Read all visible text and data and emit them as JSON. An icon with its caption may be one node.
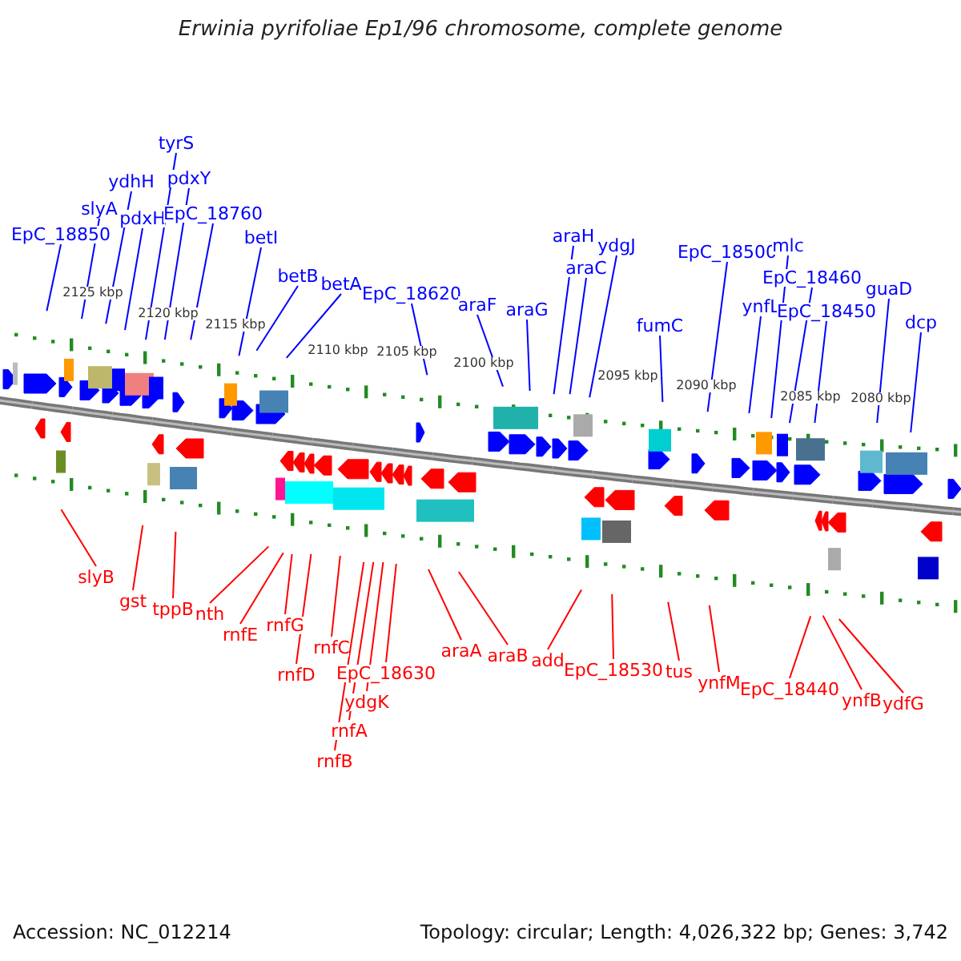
{
  "diagram": {
    "title": "Erwinia pyrifoliae Ep1/96 chromosome, complete genome",
    "nodes": [
      {
        "text": [
          "EpC_18850"
        ]
      },
      {
        "text": [
          "slyA"
        ]
      },
      {
        "text": [
          "ydhH"
        ]
      },
      {
        "text": [
          "pdxH"
        ]
      },
      {
        "text": [
          "tyrS"
        ]
      },
      {
        "text": [
          "pdxY"
        ]
      },
      {
        "text": [
          "EpC_18760"
        ]
      },
      {
        "text": [
          "betI"
        ]
      },
      {
        "text": [
          "betB"
        ]
      },
      {
        "text": [
          "betA"
        ]
      },
      {
        "text": [
          "EpC_18620"
        ]
      },
      {
        "text": [
          "araF"
        ]
      },
      {
        "text": [
          "araG"
        ]
      },
      {
        "text": [
          "araH"
        ]
      },
      {
        "text": [
          "araC"
        ]
      },
      {
        "text": [
          "ydgJ"
        ]
      },
      {
        "text": [
          "fumC"
        ]
      },
      {
        "text": [
          "EpC_18500"
        ]
      },
      {
        "text": [
          "ynfL"
        ]
      },
      {
        "text": [
          "mlc"
        ]
      },
      {
        "text": [
          "EpC_18460"
        ]
      },
      {
        "text": [
          "EpC_18450"
        ]
      },
      {
        "text": [
          "guaD"
        ]
      },
      {
        "text": [
          "dcp"
        ]
      },
      {
        "text": [
          "slyB"
        ]
      },
      {
        "text": [
          "gst"
        ]
      },
      {
        "text": [
          "tppB"
        ]
      },
      {
        "text": [
          "nth"
        ]
      },
      {
        "text": [
          "rnfE"
        ]
      },
      {
        "text": [
          "rnfG"
        ]
      },
      {
        "text": [
          "rnfD"
        ]
      },
      {
        "text": [
          "rnfC"
        ]
      },
      {
        "text": [
          "EpC_18630"
        ]
      },
      {
        "text": [
          "ydgK"
        ]
      },
      {
        "text": [
          "rnfA"
        ]
      },
      {
        "text": [
          "rnfB"
        ]
      },
      {
        "text": [
          "araA"
        ]
      },
      {
        "text": [
          "araB"
        ]
      },
      {
        "text": [
          "add"
        ]
      },
      {
        "text": [
          "EpC_18530"
        ]
      },
      {
        "text": [
          "tus"
        ]
      },
      {
        "text": [
          "ynfM"
        ]
      },
      {
        "text": [
          "EpC_18440"
        ]
      },
      {
        "text": [
          "ynfB"
        ]
      },
      {
        "text": [
          "ydfG"
        ]
      }
    ],
    "edges": [
      {
        "from": 0,
        "to": null,
        "arrow": "none"
      },
      {
        "from": 1,
        "to": null,
        "arrow": "none"
      },
      {
        "from": 2,
        "to": null,
        "arrow": "none"
      },
      {
        "from": 3,
        "to": null,
        "arrow": "none"
      },
      {
        "from": 4,
        "to": null,
        "arrow": "none"
      },
      {
        "from": 5,
        "to": null,
        "arrow": "none"
      },
      {
        "from": 6,
        "to": null,
        "arrow": "none"
      },
      {
        "from": 7,
        "to": null,
        "arrow": "none"
      },
      {
        "from": 8,
        "to": null,
        "arrow": "none"
      },
      {
        "from": 9,
        "to": null,
        "arrow": "none"
      },
      {
        "from": 10,
        "to": null,
        "arrow": "none"
      },
      {
        "from": 11,
        "to": null,
        "arrow": "none"
      },
      {
        "from": 12,
        "to": null,
        "arrow": "none"
      },
      {
        "from": 13,
        "to": null,
        "arrow": "none"
      },
      {
        "from": 14,
        "to": null,
        "arrow": "none"
      },
      {
        "from": 15,
        "to": null,
        "arrow": "none"
      },
      {
        "from": 16,
        "to": null,
        "arrow": "none"
      },
      {
        "from": 17,
        "to": null,
        "arrow": "none"
      },
      {
        "from": 18,
        "to": null,
        "arrow": "none"
      },
      {
        "from": 19,
        "to": null,
        "arrow": "none"
      },
      {
        "from": 20,
        "to": null,
        "arrow": "none"
      },
      {
        "from": 21,
        "to": null,
        "arrow": "none"
      },
      {
        "from": 22,
        "to": null,
        "arrow": "none"
      },
      {
        "from": 23,
        "to": null,
        "arrow": "none"
      },
      {
        "from": 24,
        "to": null,
        "arrow": "none",
        "color": "#ff0000"
      },
      {
        "from": 25,
        "to": null,
        "arrow": "none",
        "color": "#ff0000"
      },
      {
        "from": 26,
        "to": null,
        "arrow": "none",
        "color": "#ff0000"
      },
      {
        "from": 27,
        "to": null,
        "arrow": "none",
        "color": "#ff0000"
      },
      {
        "from": 28,
        "to": null,
        "arrow": "none",
        "color": "#ff0000"
      },
      {
        "from": 29,
        "to": null,
        "arrow": "none",
        "color": "#ff0000"
      },
      {
        "from": 30,
        "to": null,
        "arrow": "none",
        "color": "#ff0000"
      },
      {
        "from": 31,
        "to": null,
        "arrow": "none",
        "color": "#ff0000"
      },
      {
        "from": 32,
        "to": null,
        "arrow": "none",
        "color": "#ff0000"
      },
      {
        "from": 33,
        "to": null,
        "arrow": "none",
        "color": "#ff0000"
      },
      {
        "from": 34,
        "to": null,
        "arrow": "none",
        "color": "#ff0000"
      },
      {
        "from": 35,
        "to": null,
        "arrow": "none",
        "color": "#ff0000"
      },
      {
        "from": 36,
        "to": null,
        "arrow": "none",
        "color": "#ff0000"
      },
      {
        "from": 37,
        "to": null,
        "arrow": "none",
        "color": "#ff0000"
      },
      {
        "from": 38,
        "to": null,
        "arrow": "none",
        "color": "#ff0000"
      },
      {
        "from": 39,
        "to": null,
        "arrow": "none",
        "color": "#ff0000"
      },
      {
        "from": 40,
        "to": null,
        "arrow": "none",
        "color": "#ff0000"
      },
      {
        "from": 41,
        "to": null,
        "arrow": "none",
        "color": "#ff0000"
      },
      {
        "from": 42,
        "to": null,
        "arrow": "none",
        "color": "#ff0000"
      },
      {
        "from": 43,
        "to": null,
        "arrow": "none",
        "color": "#ff0000"
      },
      {
        "from": 44,
        "to": null,
        "arrow": "none",
        "color": "#ff0000"
      }
    ],
    "labels": [
      "2125 kbp",
      "2120 kbp",
      "2115 kbp",
      "2110 kbp",
      "2105 kbp",
      "2100 kbp",
      "2095 kbp",
      "2090 kbp",
      "2085 kbp",
      "2080 kbp",
      "Accession: NC_012214",
      "Topology: circular; Length: 4,026,322 bp; Genes: 3,742"
    ]
  }
}
